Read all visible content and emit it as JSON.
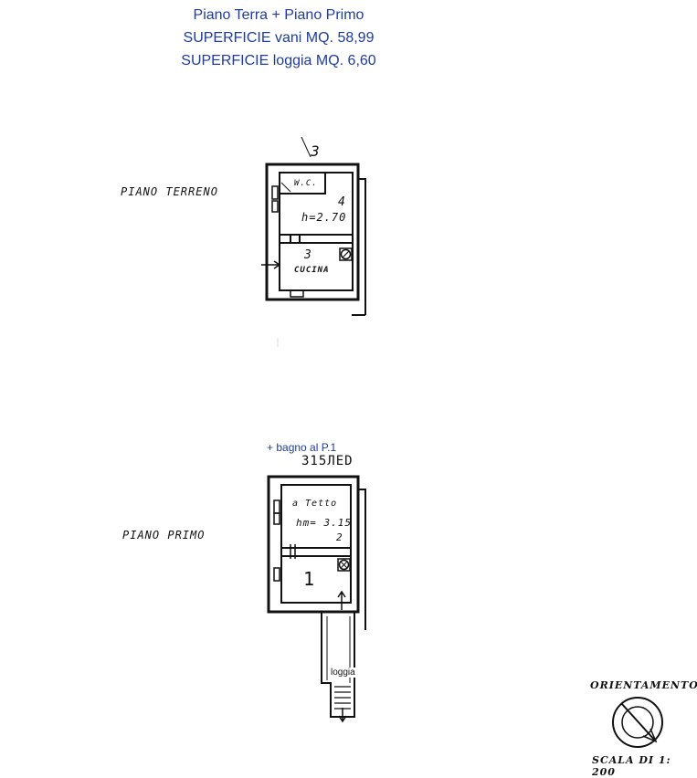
{
  "header": {
    "line1": "Piano Terra + Piano Primo",
    "line2": "SUPERFICIE vani MQ. 58,99",
    "line3": "SUPERFICIE loggia MQ. 6,60"
  },
  "ground_floor": {
    "label": "PIANO TERRENO",
    "parcel_number": "3",
    "wc_label": "W.C.",
    "height_label": "h=2.70",
    "room_number_top": "4",
    "room_number_bottom": "3",
    "kitchen_label": "CUCINA"
  },
  "first_floor": {
    "note": "+ bagno al P.1",
    "code": "315ЛЕD",
    "label": "PIANO PRIMO",
    "roof_label": "a Tetto",
    "height_label": "hm= 3.15",
    "room_number_top": "2",
    "room_number_bottom": "1",
    "loggia_label": "loggia"
  },
  "legend": {
    "orientation": "ORIENTAMENTO",
    "scale": "SCALA DI 1: 200"
  }
}
